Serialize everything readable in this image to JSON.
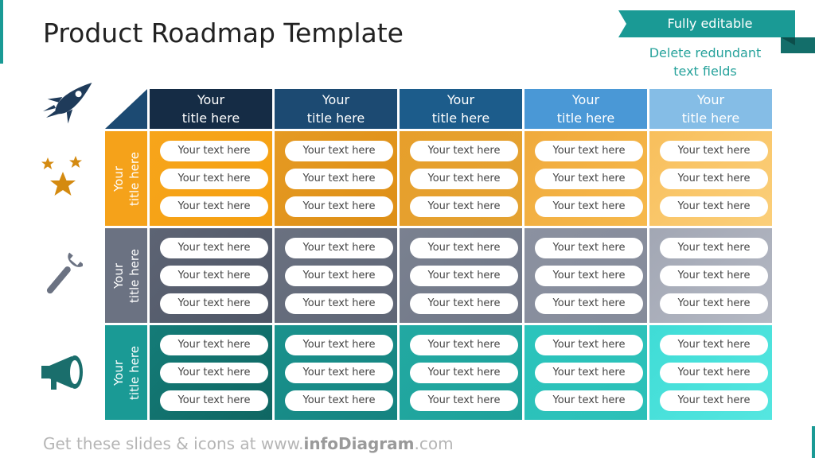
{
  "title": "Product Roadmap Template",
  "banner": {
    "label": "Fully editable",
    "color": "#1a9a95"
  },
  "note": {
    "line1": "Delete redundant",
    "line2": "text fields"
  },
  "columns": [
    {
      "line1": "Your",
      "line2": "title here",
      "color": "#152c45"
    },
    {
      "line1": "Your",
      "line2": "title here",
      "color": "#1c4a72"
    },
    {
      "line1": "Your",
      "line2": "title here",
      "color": "#1c5c8b"
    },
    {
      "line1": "Your",
      "line2": "title here",
      "color": "#4a98d6"
    },
    {
      "line1": "Your",
      "line2": "title here",
      "color": "#85bde6"
    }
  ],
  "rows": [
    {
      "label_line1": "Your",
      "label_line2": "title here",
      "label_color": "#f5a21a",
      "icon": "stars-icon",
      "cells": [
        [
          "Your text here",
          "Your text here",
          "Your text here"
        ],
        [
          "Your text here",
          "Your text here",
          "Your text here"
        ],
        [
          "Your text here",
          "Your text here",
          "Your text here"
        ],
        [
          "Your text here",
          "Your text here",
          "Your text here"
        ],
        [
          "Your text here",
          "Your text here",
          "Your text here"
        ]
      ]
    },
    {
      "label_line1": "Your",
      "label_line2": "title here",
      "label_color": "#6b7282",
      "icon": "wrench-icon",
      "cells": [
        [
          "Your text here",
          "Your text here",
          "Your text here"
        ],
        [
          "Your text here",
          "Your text here",
          "Your text here"
        ],
        [
          "Your text here",
          "Your text here",
          "Your text here"
        ],
        [
          "Your text here",
          "Your text here",
          "Your text here"
        ],
        [
          "Your text here",
          "Your text here",
          "Your text here"
        ]
      ]
    },
    {
      "label_line1": "Your",
      "label_line2": "title here",
      "label_color": "#1a9a95",
      "icon": "megaphone-icon",
      "cells": [
        [
          "Your text here",
          "Your text here",
          "Your text here"
        ],
        [
          "Your text here",
          "Your text here",
          "Your text here"
        ],
        [
          "Your text here",
          "Your text here",
          "Your text here"
        ],
        [
          "Your text here",
          "Your text here",
          "Your text here"
        ],
        [
          "Your text here",
          "Your text here",
          "Your text here"
        ]
      ]
    }
  ],
  "footer": {
    "prefix": "Get these slides & icons at www.",
    "brand": "infoDiagram",
    "suffix": ".com"
  }
}
